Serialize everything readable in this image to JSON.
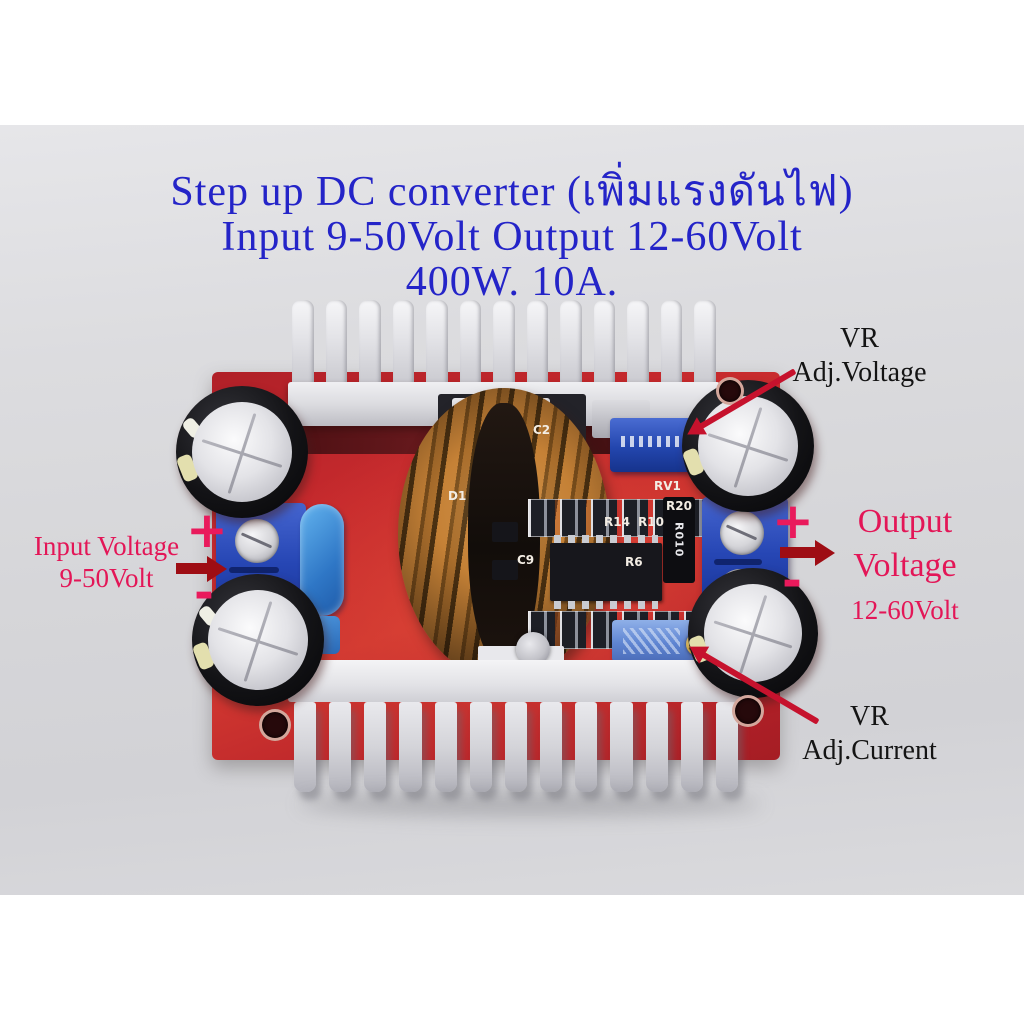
{
  "title": {
    "line1": "Step up DC converter (เพิ่มแรงดันไฟ)",
    "line2": "Input 9-50Volt Output 12-60Volt",
    "line3": "400W. 10A."
  },
  "annotations": {
    "input": {
      "line1": "Input Voltage",
      "line2": "9-50Volt",
      "plus": "+",
      "minus": "-"
    },
    "output": {
      "line1": "Output",
      "line2": "Voltage",
      "line3": "12-60Volt",
      "plus": "+",
      "minus": "-"
    },
    "vr_voltage": {
      "line1": "VR",
      "line2": "Adj.Voltage"
    },
    "vr_current": {
      "line1": "VR",
      "line2": "Adj.Current"
    }
  },
  "board": {
    "silkscreen": [
      "D1",
      "C2",
      "R14",
      "R10",
      "C9",
      "R6",
      "RV1",
      "R20"
    ],
    "shunt_label": "R010"
  },
  "colors": {
    "title_blue": "#2424c8",
    "annotation_pink": "#e31657",
    "arrow_red": "#c6122d",
    "arrow_dark_red": "#9e0d14",
    "pcb_red": "#c62a2d",
    "photo_gray": "#d6d6d9"
  }
}
